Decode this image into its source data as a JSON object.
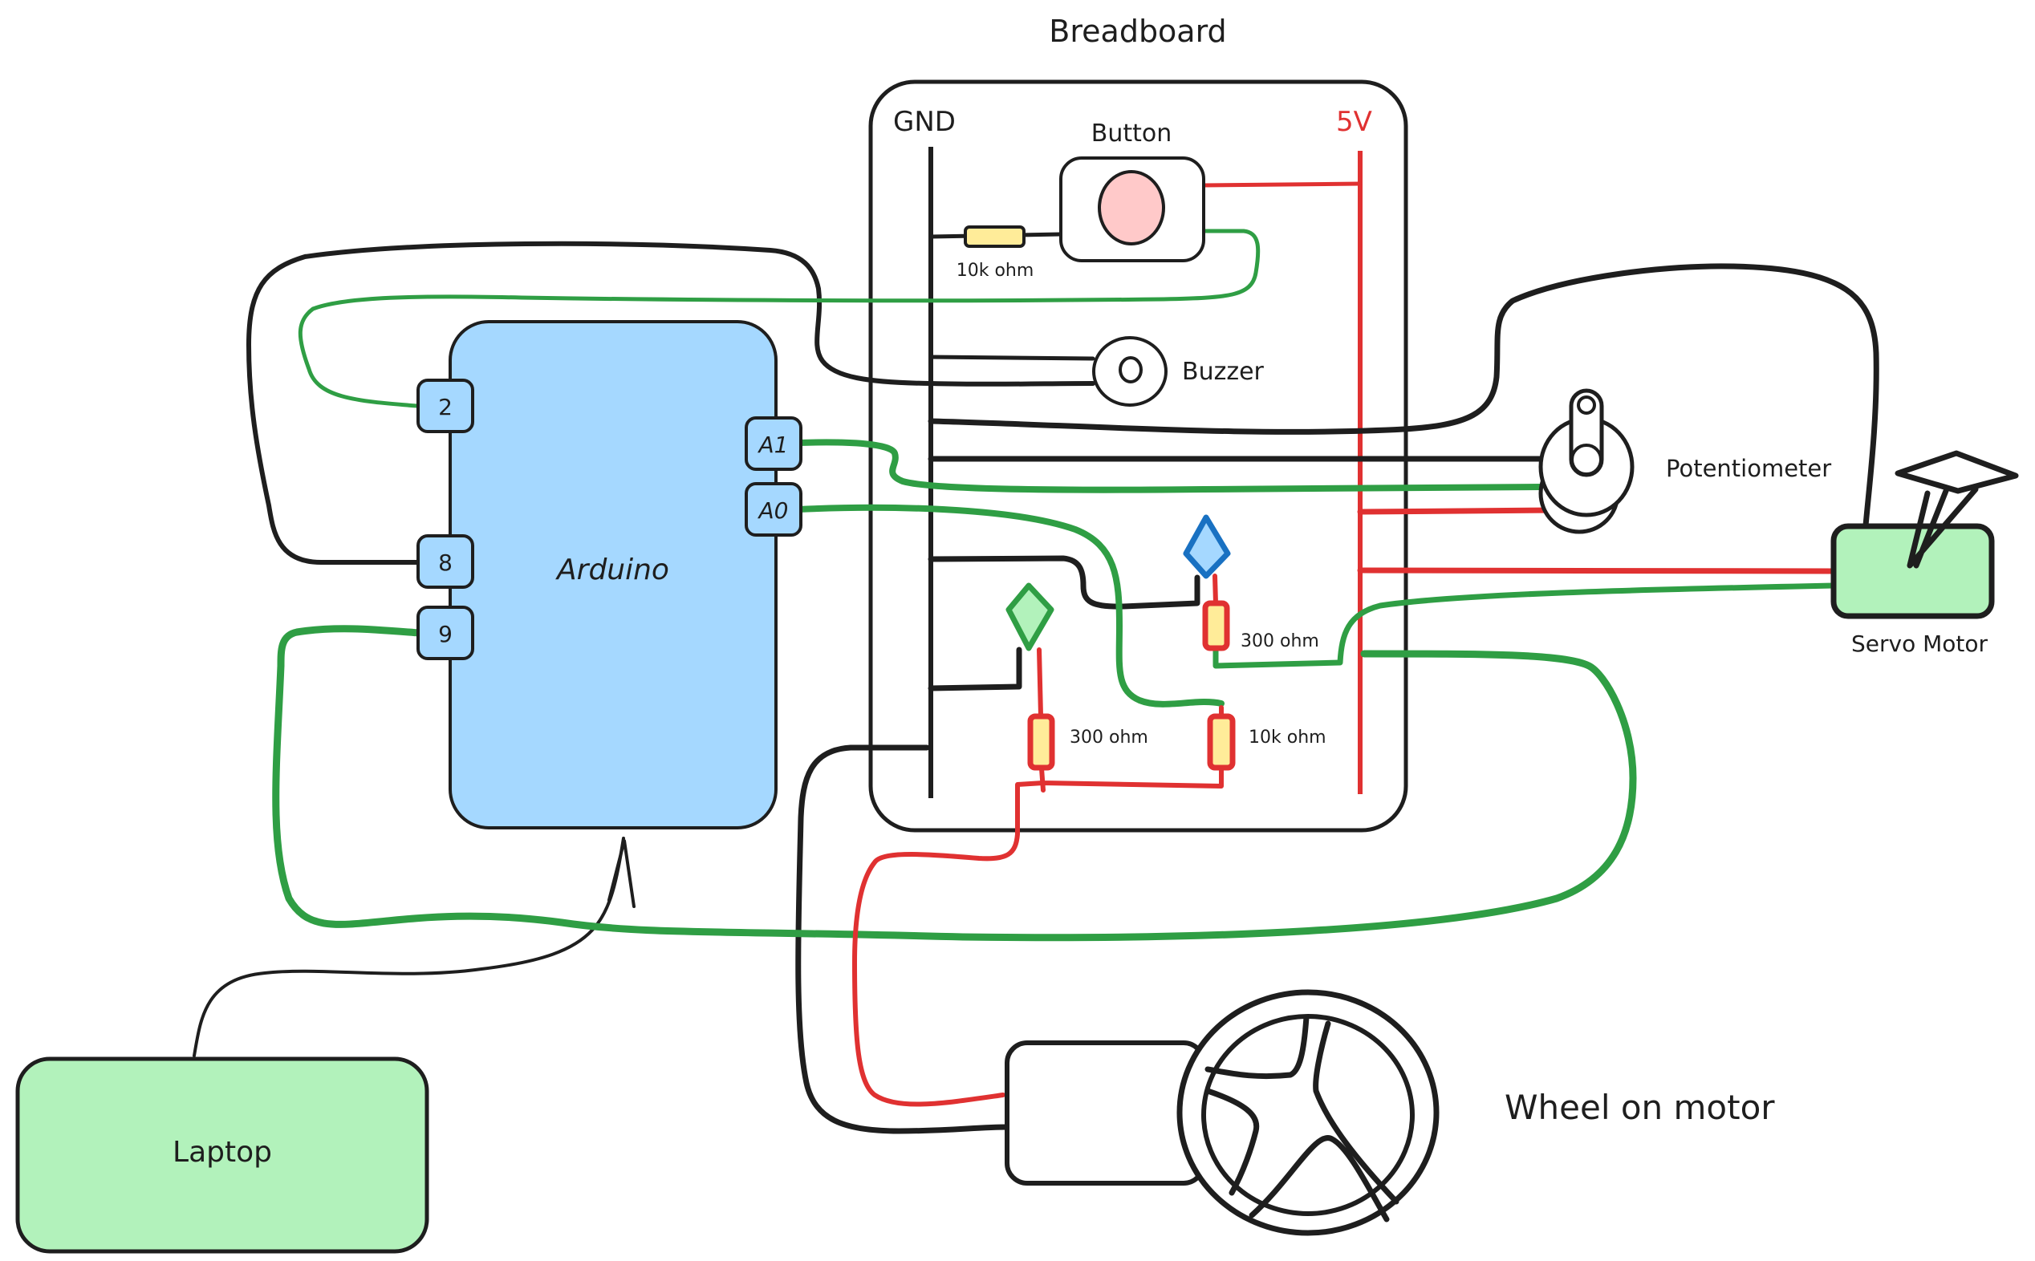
{
  "title": "Breadboard",
  "colors": {
    "ink": "#1e1e1e",
    "wire_green": "#2f9e44",
    "wire_red": "#e03131",
    "arduino_fill": "#a5d8ff",
    "green_fill": "#b2f2bb",
    "resistor_fill": "#ffec99",
    "button_fill": "#ffc9c9",
    "led_blue_stroke": "#1971c2",
    "led_blue_fill": "#a5d8ff",
    "led_green_stroke": "#2f9e44",
    "led_green_fill": "#b2f2bb"
  },
  "breadboard": {
    "label": "Breadboard",
    "gnd_label": "GND",
    "vcc_label": "5V"
  },
  "arduino": {
    "label": "Arduino",
    "pins": {
      "p2": "2",
      "p8": "8",
      "p9": "9",
      "a1": "A1",
      "a0": "A0"
    }
  },
  "components": {
    "button": "Button",
    "buzzer": "Buzzer",
    "potentiometer": "Potentiometer",
    "servo": "Servo Motor",
    "laptop": "Laptop",
    "wheel": "Wheel on motor"
  },
  "resistors": {
    "button_pulldown": "10k ohm",
    "blue_led": "300 ohm",
    "green_led": "300 ohm",
    "divider": "10k ohm"
  }
}
